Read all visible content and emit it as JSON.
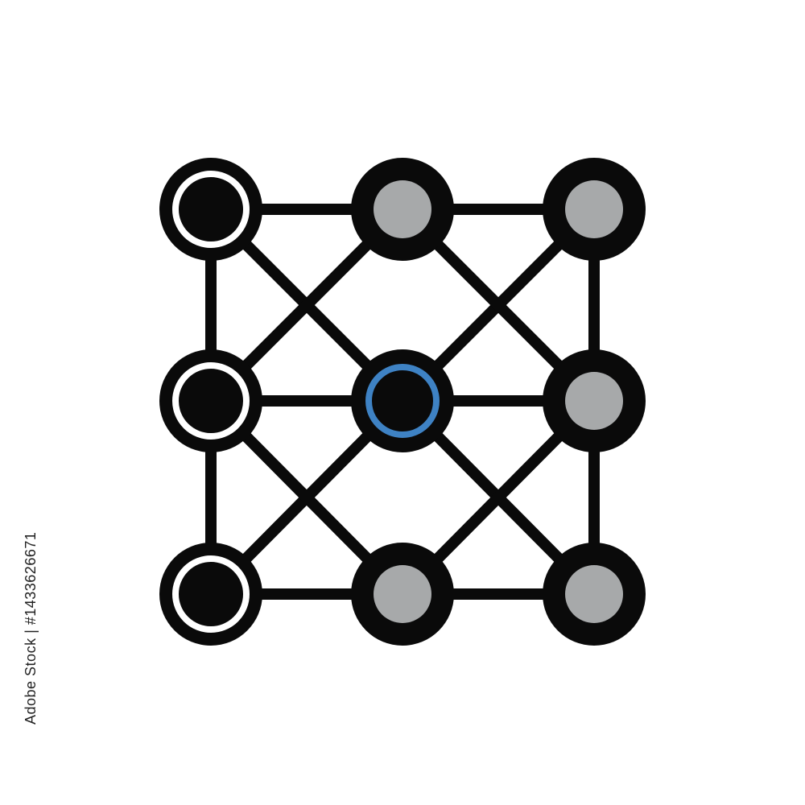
{
  "image": {
    "subject": "network-grid-icon",
    "side_caption": "Adobe Stock | #1433626671",
    "colors": {
      "background": "#ffffff",
      "stroke": "#0a0a0a",
      "node_gray_fill": "#a7a9aa",
      "node_dark_fill": "#0a0a0a",
      "node_white_ring": "#ffffff",
      "center_blue_ring": "#3e82c4"
    },
    "nodes": [
      {
        "id": "top-left",
        "style": "white-ring"
      },
      {
        "id": "top-middle",
        "style": "gray"
      },
      {
        "id": "top-right",
        "style": "gray"
      },
      {
        "id": "middle-left",
        "style": "white-ring"
      },
      {
        "id": "center",
        "style": "blue-ring"
      },
      {
        "id": "middle-right",
        "style": "gray"
      },
      {
        "id": "bottom-left",
        "style": "white-ring"
      },
      {
        "id": "bottom-middle",
        "style": "gray"
      },
      {
        "id": "bottom-right",
        "style": "gray"
      }
    ]
  }
}
